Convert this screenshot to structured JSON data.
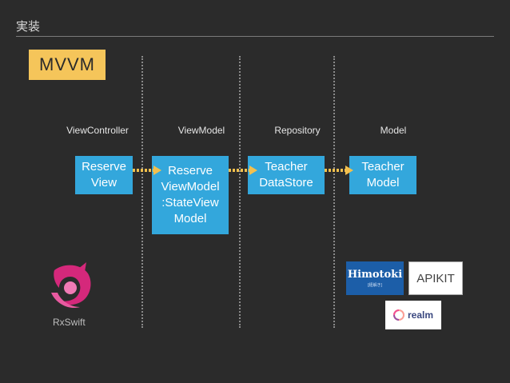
{
  "slide": {
    "title": "実装",
    "badge": "MVVM"
  },
  "columns": [
    {
      "label": "ViewController"
    },
    {
      "label": "ViewModel"
    },
    {
      "label": "Repository"
    },
    {
      "label": "Model"
    }
  ],
  "boxes": {
    "reserve_view": [
      "Reserve",
      "View"
    ],
    "reserve_viewmodel": [
      "Reserve",
      "ViewModel",
      ":StateView",
      "Model"
    ],
    "teacher_datastore": [
      "Teacher",
      "DataStore"
    ],
    "teacher_model": [
      "Teacher",
      "Model"
    ]
  },
  "logos": {
    "rxswift": {
      "label": "RxSwift",
      "icon": "rxswift-logo-icon",
      "color": "#d5287b"
    },
    "himotoki": {
      "name": "Himotoki",
      "sub": "[紐解き]",
      "icon": "himotoki-logo-icon"
    },
    "apikit": {
      "name": "APIKIT",
      "icon": "apikit-logo-icon"
    },
    "realm": {
      "name": "realm",
      "icon": "realm-logo-icon"
    }
  },
  "colors": {
    "background": "#2b2b2b",
    "box": "#33a7dc",
    "badge": "#f5c55a",
    "arrow": "#f2c04e"
  }
}
